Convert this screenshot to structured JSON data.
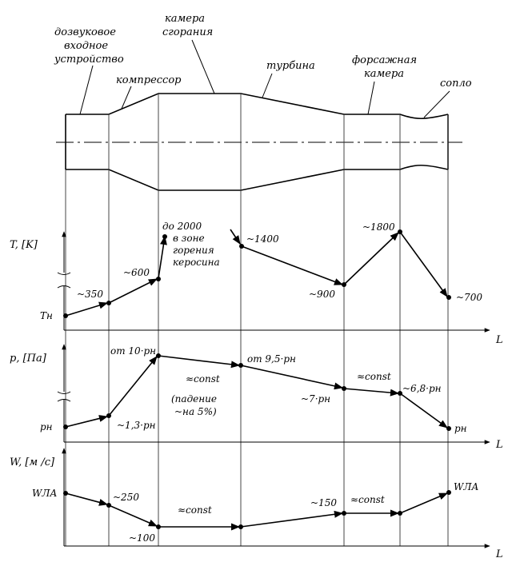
{
  "parts": [
    {
      "id": "inlet",
      "lines": [
        "дозвуковое",
        "входное",
        "устройство"
      ]
    },
    {
      "id": "compressor",
      "lines": [
        "компрессор"
      ]
    },
    {
      "id": "combustor",
      "lines": [
        "камера",
        "сгорания"
      ]
    },
    {
      "id": "turbine",
      "lines": [
        "турбина"
      ]
    },
    {
      "id": "afterburner",
      "lines": [
        "форсажная",
        "камера"
      ]
    },
    {
      "id": "nozzle",
      "lines": [
        "сопло"
      ]
    }
  ],
  "axes": {
    "temperature": "T, [K]",
    "pressure": "p, [Па]",
    "velocity": "W, [м /с]",
    "length": "L"
  },
  "temperature_labels": {
    "t_h": "Tн",
    "v350": "~350",
    "v600": "~600",
    "combustion": [
      "до 2000",
      "в зоне",
      "горения",
      "керосина"
    ],
    "v1400": "~1400",
    "v900": "~900",
    "v1800": "~1800",
    "v700": "~700"
  },
  "pressure_labels": {
    "p_h": "pн",
    "v13": "~1,3·pн",
    "from10": "от 10·pн",
    "const1": "≈const",
    "drop": [
      "(падение",
      "~на 5%)"
    ],
    "from95": "от 9,5·pн",
    "v7": "~7·pн",
    "const2": "≈const",
    "v68": "~6,8·pн",
    "p_h_end": "pн"
  },
  "velocity_labels": {
    "w_la": "WЛА",
    "v250": "~250",
    "v100": "~100",
    "const1": "≈const",
    "v150": "~150",
    "const2": "≈const",
    "w_la_end": "WЛА"
  },
  "colors": {
    "line": "#000000",
    "background": "#ffffff"
  }
}
